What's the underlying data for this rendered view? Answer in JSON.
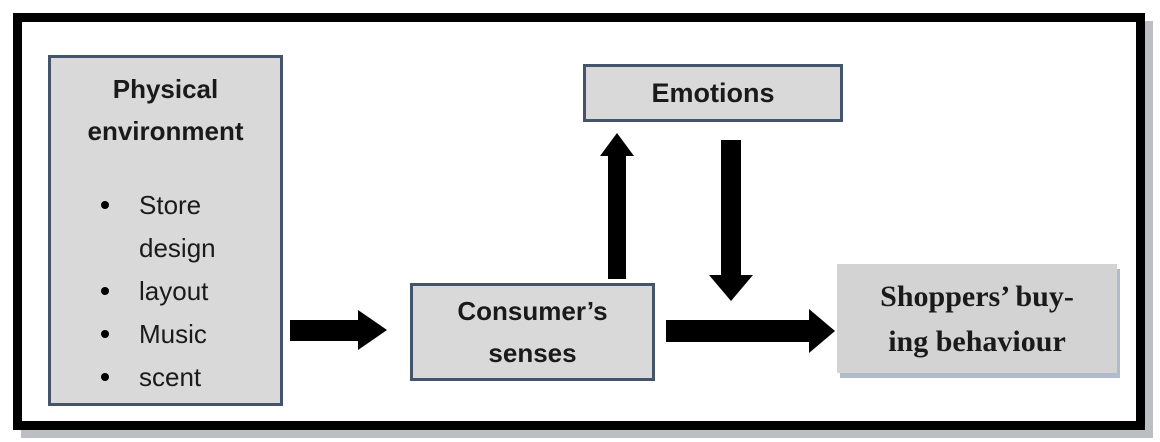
{
  "colors": {
    "box_fill": "#d9d9d9",
    "box_border": "#44546a",
    "shoppers_fill": "#d3d3d3",
    "arrow": "#000000",
    "frame_border": "#000000",
    "text": "#1a1a1a"
  },
  "nodes": {
    "physical_environment": {
      "title_line1": "Physical",
      "title_line2": "environment",
      "bullets": [
        "Store design",
        "layout",
        "Music",
        "scent"
      ]
    },
    "emotions": {
      "label": "Emotions"
    },
    "consumer_senses": {
      "line1": "Consumer’s",
      "line2": "senses"
    },
    "shoppers_buying_behaviour": {
      "line1": "Shoppers’ buy-",
      "line2": "ing behaviour"
    }
  },
  "edges": [
    {
      "from": "physical_environment",
      "to": "consumer_senses",
      "direction": "right"
    },
    {
      "from": "consumer_senses",
      "to": "emotions",
      "direction": "up"
    },
    {
      "from": "emotions",
      "to": "shoppers_buying_behaviour",
      "direction": "down"
    },
    {
      "from": "consumer_senses",
      "to": "shoppers_buying_behaviour",
      "direction": "right"
    }
  ]
}
